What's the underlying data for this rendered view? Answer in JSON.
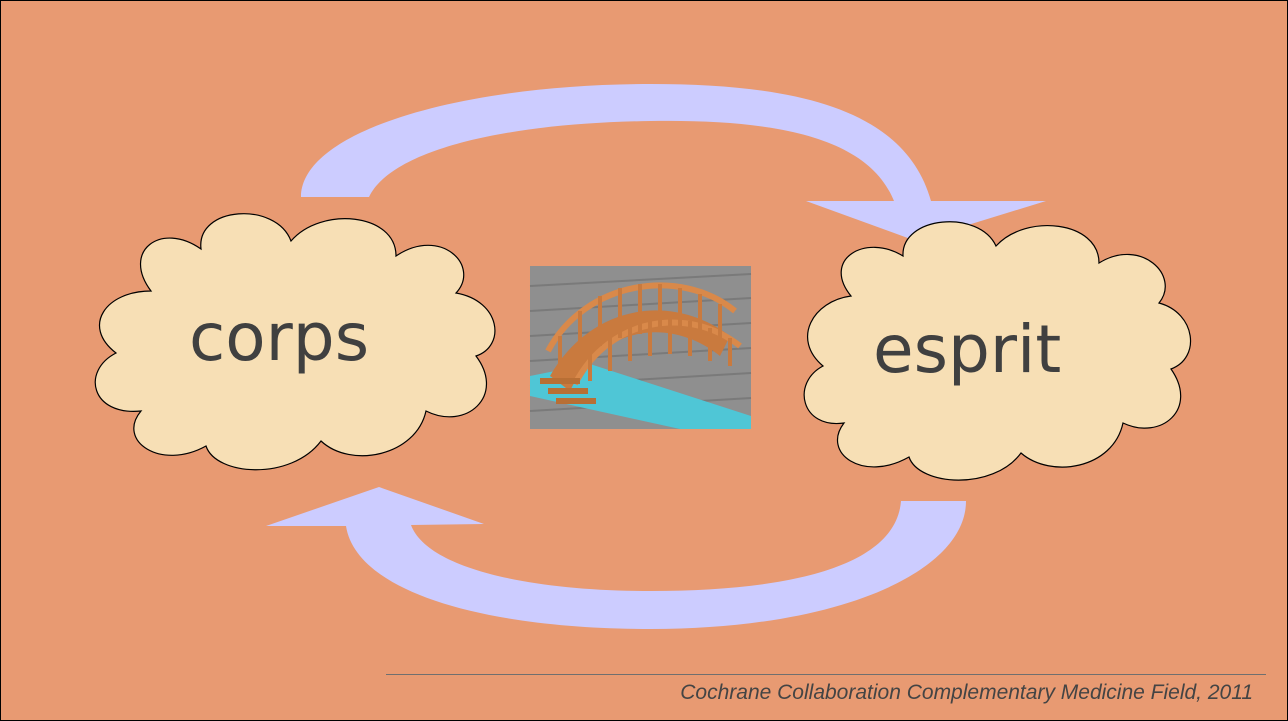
{
  "diagram": {
    "nodes": [
      {
        "id": "left",
        "label": "corps"
      },
      {
        "id": "right",
        "label": "esprit"
      }
    ],
    "center_image": {
      "icon": "wooden-bridge-over-water"
    },
    "arrows": [
      {
        "from": "left",
        "to": "right",
        "position": "top"
      },
      {
        "from": "right",
        "to": "left",
        "position": "bottom"
      }
    ]
  },
  "footer": {
    "citation": "Cochrane Collaboration Complementary Medicine Field, 2011"
  },
  "colors": {
    "background": "#e89a72",
    "cloud_fill": "#f7dfb5",
    "arrow_fill": "#ccccff",
    "text": "#404040"
  }
}
